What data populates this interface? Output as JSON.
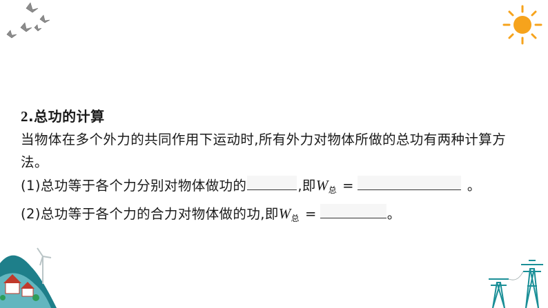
{
  "section": {
    "number": "2",
    "title": ".总功的计算"
  },
  "intro": "当物体在多个外力的共同作用下运动时,所有外力对物体所做的总功有两种计算方法。",
  "items": [
    {
      "prefix": "(1)总功等于各个力分别对物体做功的",
      "middle": ",即",
      "symbol": "W",
      "subscript": "总",
      "equals": "=",
      "suffix": "。"
    },
    {
      "prefix": "(2)总功等于各个力的合力对物体做的功,即",
      "symbol": "W",
      "subscript": "总",
      "equals": "=",
      "suffix": "。"
    }
  ],
  "colors": {
    "sun": "#f6a31c",
    "crane": "#8c8c8c",
    "hill": "#1e7f8a",
    "tower": "#1a8f97"
  },
  "icons": [
    "cranes-decoration",
    "sun-icon",
    "village-landscape-decoration",
    "power-tower-icon"
  ]
}
